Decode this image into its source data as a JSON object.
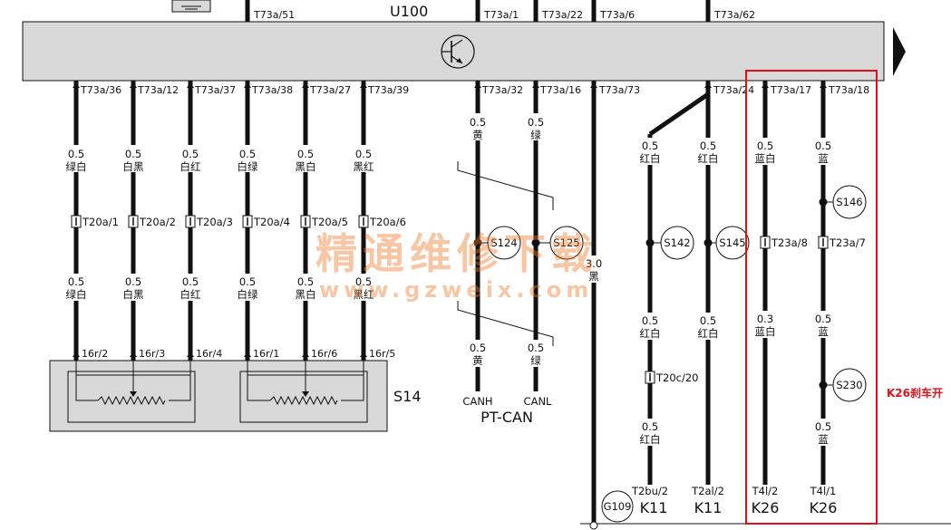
{
  "module": {
    "name": "U100"
  },
  "top_pins": [
    {
      "label": "T73a/51"
    },
    {
      "label": "T73a/1"
    },
    {
      "label": "T73a/22"
    },
    {
      "label": "T73a/6"
    },
    {
      "label": "T73a/62"
    }
  ],
  "left_wires": [
    {
      "pin": "T73a/36",
      "gauge": "0.5",
      "color": "绿白",
      "connector": "T20a/1",
      "gauge2": "0.5",
      "color2": "绿白",
      "sensor_pin": "16r/2"
    },
    {
      "pin": "T73a/12",
      "gauge": "0.5",
      "color": "白黑",
      "connector": "T20a/2",
      "gauge2": "0.5",
      "color2": "白黑",
      "sensor_pin": "16r/3"
    },
    {
      "pin": "T73a/37",
      "gauge": "0.5",
      "color": "白红",
      "connector": "T20a/3",
      "gauge2": "0.5",
      "color2": "白红",
      "sensor_pin": "16r/4"
    },
    {
      "pin": "T73a/38",
      "gauge": "0.5",
      "color": "白绿",
      "connector": "T20a/4",
      "gauge2": "0.5",
      "color2": "白绿",
      "sensor_pin": "16r/1"
    },
    {
      "pin": "T73a/27",
      "gauge": "0.5",
      "color": "黑白",
      "connector": "T20a/5",
      "gauge2": "0.5",
      "color2": "黑白",
      "sensor_pin": "16r/6"
    },
    {
      "pin": "T73a/39",
      "gauge": "0.5",
      "color": "黑红",
      "connector": "T20a/6",
      "gauge2": "0.5",
      "color2": "黑红",
      "sensor_pin": "16r/5"
    }
  ],
  "sensor": {
    "name": "S14"
  },
  "can": {
    "bus_name": "PT-CAN",
    "wires": [
      {
        "pin": "T73a/32",
        "gauge": "0.5",
        "color": "黄",
        "splice": "S124",
        "gauge2": "0.5",
        "color2": "黄",
        "end": "CANH"
      },
      {
        "pin": "T73a/16",
        "gauge": "0.5",
        "color": "绿",
        "splice": "S125",
        "gauge2": "0.5",
        "color2": "绿",
        "end": "CANL"
      }
    ]
  },
  "ground": {
    "pin": "T73a/73",
    "gauge": "3.0",
    "color": "黑",
    "point": "G109"
  },
  "k11_wires": [
    {
      "gauge": "0.5",
      "color": "红白",
      "splice": "S142",
      "gauge2": "0.5",
      "color2": "红白",
      "connector": "T20c/20",
      "gauge3": "0.5",
      "color3": "红白",
      "end_pin": "T2bu/2",
      "end": "K11"
    },
    {
      "pin": "T73a/24",
      "gauge": "0.5",
      "color": "红白",
      "splice": "S145",
      "gauge2": "0.5",
      "color2": "红白",
      "end_pin": "T2al/2",
      "end": "K11"
    }
  ],
  "k26_wires": [
    {
      "pin": "T73a/17",
      "gauge": "0.5",
      "color": "蓝白",
      "connector": "T23a/8",
      "gauge2": "0.3",
      "color2": "蓝白",
      "end_pin": "T4l/2",
      "end": "K26"
    },
    {
      "pin": "T73a/18",
      "gauge": "0.5",
      "color": "蓝",
      "splice": "S146",
      "connector": "T23a/7",
      "gauge2": "0.5",
      "color2": "蓝",
      "splice2": "S230",
      "gauge3": "0.5",
      "color3": "蓝",
      "end_pin": "T4l/1",
      "end": "K26"
    }
  ],
  "note": "K26刹车开",
  "watermark": {
    "text": "精通维修下载",
    "url": "www.gzweix.com"
  },
  "colors": {
    "highlight": "#e0101a",
    "module_fill": "#d8d8d8",
    "sensor_fill": "#d8d8d8"
  }
}
